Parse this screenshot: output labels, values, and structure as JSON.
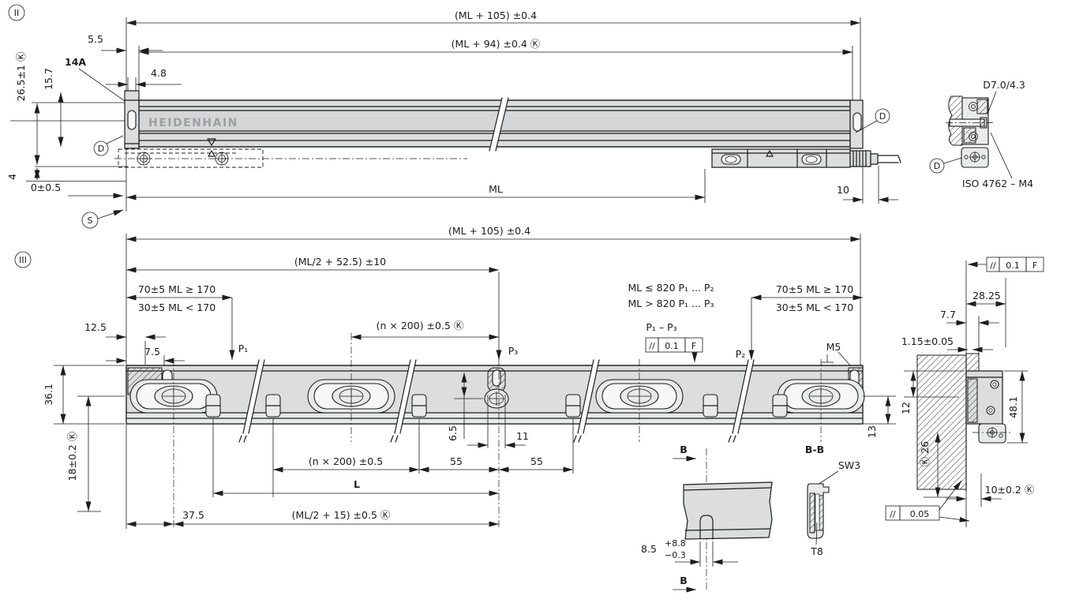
{
  "view2": {
    "marker": "II",
    "dim_ml105": "(ML + 105) ±0.4",
    "dim_ml94": "(ML + 94) ±0.4 Ⓚ",
    "dim_55": "5.5",
    "label_14a": "14A",
    "dim_48": "4.8",
    "dim_265": "26.5±1 Ⓚ",
    "dim_157": "15.7",
    "dim_4": "4",
    "dim_0": "0±0.5",
    "marker_s": "S",
    "marker_d_left": "D",
    "marker_d_right": "D",
    "dim_ml": "ML",
    "dim_10": "10",
    "logo": "HEIDENHAIN"
  },
  "detail_d": {
    "title_top": "D7.0/4.3",
    "marker": "D",
    "screw": "ISO 4762 – M4"
  },
  "view3": {
    "marker": "III",
    "dim_ml105": "(ML + 105) ±0.4",
    "dim_ml2_525": "(ML/2 + 52.5) ±10",
    "cond_left_top": "70±5 ML ≥ 170",
    "cond_left_bottom": "30±5 ML < 170",
    "dim_125": "12.5",
    "dim_75": "7.5",
    "label_p1": "P₁",
    "dim_n200_k": "(n × 200) ±0.5 Ⓚ",
    "label_p3": "P₃",
    "cond_ml_le": "ML ≤ 820  P₁ ... P₂",
    "cond_ml_gt": "ML > 820  P₁ ... P₃",
    "label_p1p3": "P₁ – P₃",
    "fcf_parallel": "//",
    "fcf_val": "0.1",
    "fcf_datum": "F",
    "cond_right_top": "70±5 ML ≥ 170",
    "cond_right_bottom": "30±5 ML < 170",
    "label_p2": "P₂",
    "label_m5": "M5",
    "dim_361": "36.1",
    "dim_18": "18±0.2 Ⓚ",
    "dim_65": "6.5",
    "dim_11": "11",
    "dim_55a": "55",
    "dim_55b": "55",
    "dim_13": "13",
    "dim_375": "37.5",
    "dim_n200": "(n × 200) ±0.5",
    "dim_l": "L",
    "dim_ml2_15": "(ML/2 + 15) ±0.5 Ⓚ"
  },
  "section_b": {
    "label_b_top": "B",
    "label_b_bottom": "B",
    "dim_85": "8.5",
    "tol_plus": "+8.8",
    "tol_minus": "−0.3"
  },
  "section_bb": {
    "title": "B-B",
    "label_sw3": "SW3",
    "label_t8": "T8"
  },
  "cross_section": {
    "fcf_parallel": "//",
    "fcf_val": "0.1",
    "fcf_datum": "F",
    "dim_2825": "28.25",
    "dim_77": "7.7",
    "dim_115": "1.15±0.05",
    "dim_12": "12",
    "dim_26": "Ⓚ 26",
    "dim_481": "48.1",
    "dim_10": "10±0.2 Ⓚ",
    "fcf2_parallel": "//",
    "fcf2_val": "0.05"
  },
  "colors": {
    "line": "#1d1d1d",
    "body_fill": "#dcdddd",
    "logo_gray": "#9aa0a3"
  }
}
